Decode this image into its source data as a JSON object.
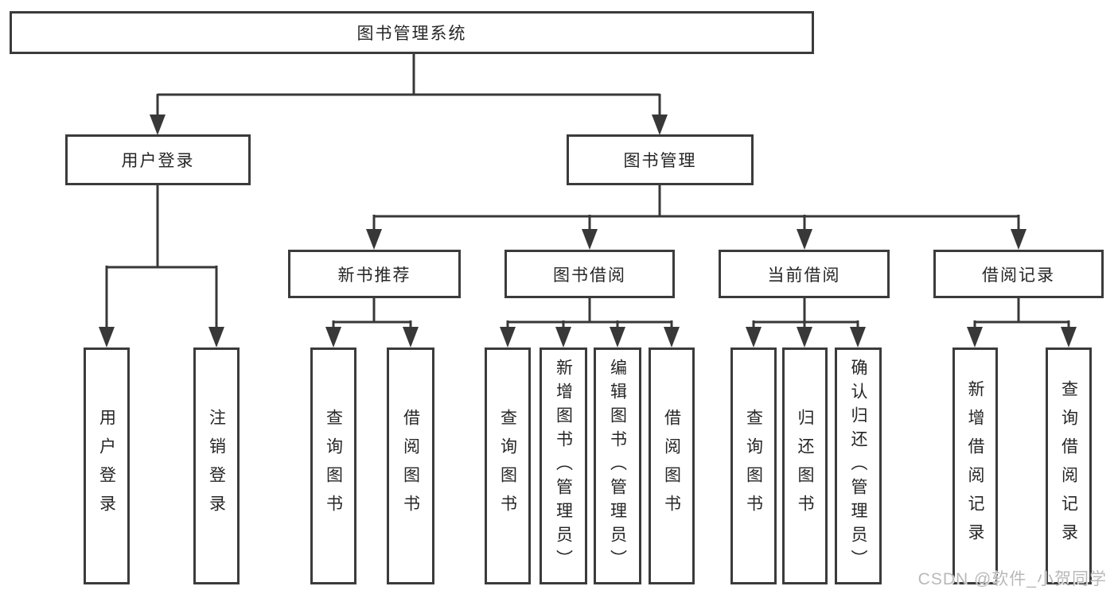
{
  "tree": {
    "root": {
      "label": "图书管理系统",
      "children": [
        {
          "label": "用户登录",
          "children": [
            {
              "label": "用户登录"
            },
            {
              "label": "注销登录"
            }
          ]
        },
        {
          "label": "图书管理",
          "children": [
            {
              "label": "新书推荐",
              "children": [
                {
                  "label": "查询图书"
                },
                {
                  "label": "借阅图书"
                }
              ]
            },
            {
              "label": "图书借阅",
              "children": [
                {
                  "label": "查询图书"
                },
                {
                  "label": "新增图书（管理员）"
                },
                {
                  "label": "编辑图书（管理员）"
                },
                {
                  "label": "借阅图书"
                }
              ]
            },
            {
              "label": "当前借阅",
              "children": [
                {
                  "label": "查询图书"
                },
                {
                  "label": "归还图书"
                },
                {
                  "label": "确认归还（管理员）"
                }
              ]
            },
            {
              "label": "借阅记录",
              "children": [
                {
                  "label": "新增借阅记录"
                },
                {
                  "label": "查询借阅记录"
                }
              ]
            }
          ]
        }
      ]
    }
  },
  "watermark": {
    "text": "CSDN @软件_小贺同学"
  },
  "colors": {
    "line": "#383838",
    "box_border": "#3b3b3b",
    "box_background": "#ffffff",
    "text": "#262626",
    "page_background": "#ffffff",
    "watermark": "#b9b9b9"
  }
}
